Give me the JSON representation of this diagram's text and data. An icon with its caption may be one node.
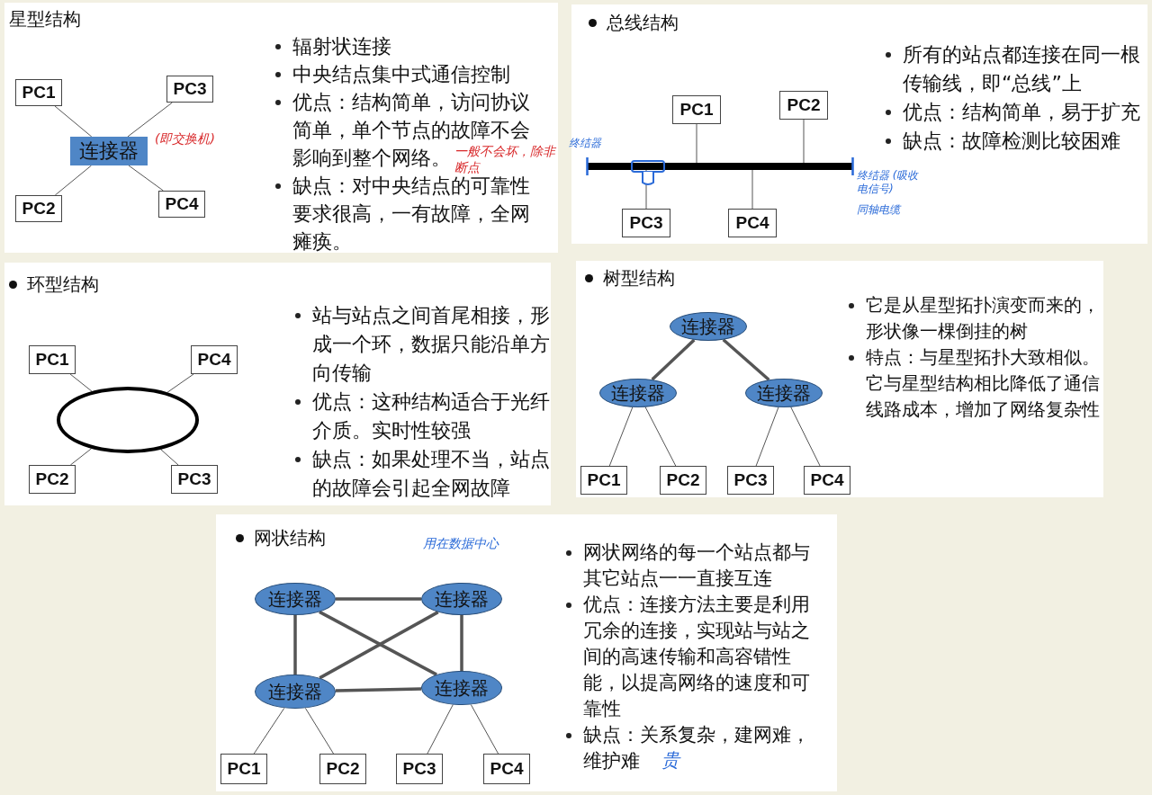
{
  "diagram": {
    "nodes": [
      {
        "text": [
          "星型结构",
          "辐射状连接",
          "中央结点集中式通信控制",
          "优点：结构简单，访问协议简单，单个节点的故障不会影响到整个网络。",
          "缺点：对中央结点的可靠性要求很高，一有故障，全网瘫痪。"
        ]
      },
      {
        "text": [
          "PC1"
        ],
        "in": 0
      },
      {
        "text": [
          "PC3"
        ],
        "in": 0
      },
      {
        "text": [
          "连接器"
        ],
        "in": 0,
        "beside": [
          "(即交换机)"
        ]
      },
      {
        "text": [
          "PC2"
        ],
        "in": 0
      },
      {
        "text": [
          "PC4"
        ],
        "in": 0
      },
      {
        "text": [
          "总线结构",
          "所有的站点都连接在同一根传输线，即“总线”上",
          "优点：结构简单，易于扩充",
          "缺点：故障检测比较困难"
        ]
      },
      {
        "text": [
          "PC1"
        ],
        "in": 6
      },
      {
        "text": [
          "PC2"
        ],
        "in": 6
      },
      {
        "text": [],
        "shape": "bar",
        "in": 6,
        "beside": [
          "终结器",
          "终结器 (吸收电信号)",
          "同轴电缆"
        ]
      },
      {
        "text": [
          "PC3"
        ],
        "in": 6
      },
      {
        "text": [
          "PC4"
        ],
        "in": 6
      },
      {
        "text": [
          "环型结构",
          "站与站点之间首尾相接，形成一个环，数据只能沿单方向传输",
          "优点：这种结构适合于光纤介质。实时性较强",
          "缺点：如果处理不当，站点的故障会引起全网故障"
        ]
      },
      {
        "text": [
          "PC1"
        ],
        "in": 12
      },
      {
        "text": [
          "PC4"
        ],
        "in": 12
      },
      {
        "text": [],
        "shape": "circle",
        "in": 12
      },
      {
        "text": [
          "PC2"
        ],
        "in": 12
      },
      {
        "text": [
          "PC3"
        ],
        "in": 12
      },
      {
        "text": [
          "树型结构",
          "它是从星型拓扑演变而来的，形状像一棵倒挂的树",
          "特点：与星型拓扑大致相似。它与星型结构相比降低了通信线路成本，增加了网络复杂性"
        ]
      },
      {
        "text": [
          "连接器"
        ],
        "in": 18
      },
      {
        "text": [
          "连接器"
        ],
        "in": 18
      },
      {
        "text": [
          "连接器"
        ],
        "in": 18
      },
      {
        "text": [
          "PC1"
        ],
        "in": 18
      },
      {
        "text": [
          "PC2"
        ],
        "in": 18
      },
      {
        "text": [
          "PC3"
        ],
        "in": 18
      },
      {
        "text": [
          "PC4"
        ],
        "in": 18
      },
      {
        "text": [
          "网状结构",
          "网状网络的每一个站点都与其它站点一一直接互连",
          "优点：连接方法主要是利用冗余的连接，实现站与站之间的高速传输和高容错性能，以提高网络的速度和可靠性",
          "缺点：关系复杂，建网难，维护难"
        ]
      },
      {
        "text": [
          "连接器"
        ],
        "in": 26
      },
      {
        "text": [
          "连接器"
        ],
        "in": 26
      },
      {
        "text": [
          "连接器"
        ],
        "in": 26
      },
      {
        "text": [
          "连接器"
        ],
        "in": 26
      },
      {
        "text": [
          "PC1"
        ],
        "in": 26
      },
      {
        "text": [
          "PC2"
        ],
        "in": 26
      },
      {
        "text": [
          "PC3"
        ],
        "in": 26
      },
      {
        "text": [
          "PC4"
        ],
        "in": 26
      }
    ],
    "edges": [
      {
        "from": 3,
        "to": 1,
        "arrow": "none"
      },
      {
        "from": 3,
        "to": 2,
        "arrow": "none"
      },
      {
        "from": 3,
        "to": 4,
        "arrow": "none"
      },
      {
        "from": 3,
        "to": 5,
        "arrow": "none"
      },
      {
        "from": 9,
        "to": 7,
        "arrow": "none"
      },
      {
        "from": 9,
        "to": 8,
        "arrow": "none"
      },
      {
        "from": 9,
        "to": 10,
        "arrow": "none"
      },
      {
        "from": 9,
        "to": 11,
        "arrow": "none"
      },
      {
        "from": 15,
        "to": 13,
        "arrow": "none"
      },
      {
        "from": 15,
        "to": 14,
        "arrow": "none"
      },
      {
        "from": 15,
        "to": 16,
        "arrow": "none"
      },
      {
        "from": 15,
        "to": 17,
        "arrow": "none"
      },
      {
        "from": 19,
        "to": 20,
        "arrow": "none",
        "style": "thick"
      },
      {
        "from": 19,
        "to": 21,
        "arrow": "none",
        "style": "thick"
      },
      {
        "from": 20,
        "to": 22,
        "arrow": "none"
      },
      {
        "from": 20,
        "to": 23,
        "arrow": "none"
      },
      {
        "from": 21,
        "to": 24,
        "arrow": "none"
      },
      {
        "from": 21,
        "to": 25,
        "arrow": "none"
      },
      {
        "from": 27,
        "to": 28,
        "arrow": "none",
        "style": "thick"
      },
      {
        "from": 27,
        "to": 29,
        "arrow": "none",
        "style": "thick"
      },
      {
        "from": 27,
        "to": 30,
        "arrow": "none",
        "style": "thick"
      },
      {
        "from": 28,
        "to": 29,
        "arrow": "none",
        "style": "thick"
      },
      {
        "from": 28,
        "to": 30,
        "arrow": "none",
        "style": "thick"
      },
      {
        "from": 29,
        "to": 30,
        "arrow": "none",
        "style": "thick"
      },
      {
        "from": 29,
        "to": 31,
        "arrow": "none"
      },
      {
        "from": 29,
        "to": 32,
        "arrow": "none"
      },
      {
        "from": 30,
        "to": 33,
        "arrow": "none"
      },
      {
        "from": 30,
        "to": 34,
        "arrow": "none"
      }
    ],
    "labels": [
      "一般不会坏，除非断点",
      "用在数据中心",
      "贵"
    ]
  }
}
